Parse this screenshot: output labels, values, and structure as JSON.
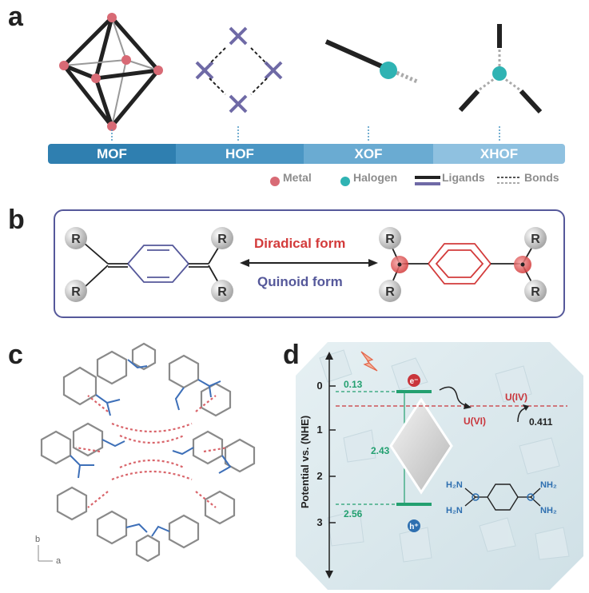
{
  "panels": {
    "a": "a",
    "b": "b",
    "c": "c",
    "d": "d"
  },
  "panel_a": {
    "categories": [
      "MOF",
      "HOF",
      "XOF",
      "XHOF"
    ],
    "legend": {
      "metal": "Metal",
      "halogen": "Halogen",
      "ligands": "Ligands",
      "bonds": "Bonds"
    },
    "colors": {
      "bar_dark": "#2f7fb0",
      "bar_mid": "#4a96c4",
      "bar_light": "#6aabd2",
      "bar_lightest": "#8fc1e0",
      "metal": "#d86a75",
      "halogen": "#2fb3b3",
      "ligand_purple": "#6f6aa6"
    }
  },
  "panel_b": {
    "top_label": "Diradical form",
    "bottom_label": "Quinoid form",
    "substituent": "R",
    "colors": {
      "diradical": "#d33b3b",
      "quinoid": "#55589a"
    }
  },
  "panel_c": {
    "axis_b": "b",
    "axis_a": "a"
  },
  "panel_d": {
    "y_axis_label": "Potential vs. (NHE)",
    "y_ticks": [
      "0",
      "1",
      "2",
      "3"
    ],
    "cb_value": "0.13",
    "vb_value": "2.56",
    "gap_value": "2.43",
    "electron": "e⁻",
    "hole": "h⁺",
    "u4": "U(IV)",
    "u6": "U(VI)",
    "u_potential": "0.411",
    "h2n_1": "H₂N",
    "h2n_2": "H₂N",
    "nh2_1": "NH₂",
    "nh2_2": "NH₂"
  }
}
